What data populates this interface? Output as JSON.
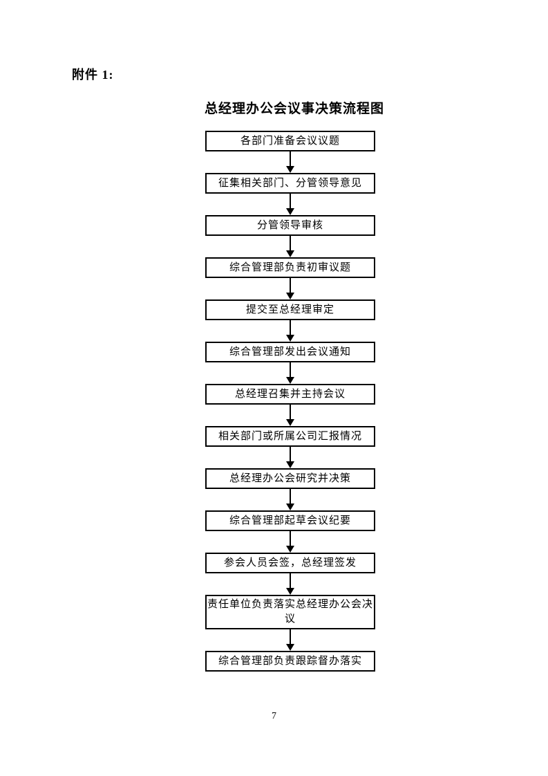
{
  "page": {
    "attachment_label": "附件 1:",
    "title": "总经理办公会议事决策流程图",
    "page_number": "7"
  },
  "flowchart": {
    "steps": [
      "各部门准备会议议题",
      "征集相关部门、分管领导意见",
      "分管领导审核",
      "综合管理部负责初审议题",
      "提交至总经理审定",
      "综合管理部发出会议通知",
      "总经理召集并主持会议",
      "相关部门或所属公司汇报情况",
      "总经理办公会研究并决策",
      "综合管理部起草会议纪要",
      "参会人员会签，总经理签发",
      "责任单位负责落实总经理办公会决议",
      "综合管理部负责跟踪督办落实"
    ]
  }
}
